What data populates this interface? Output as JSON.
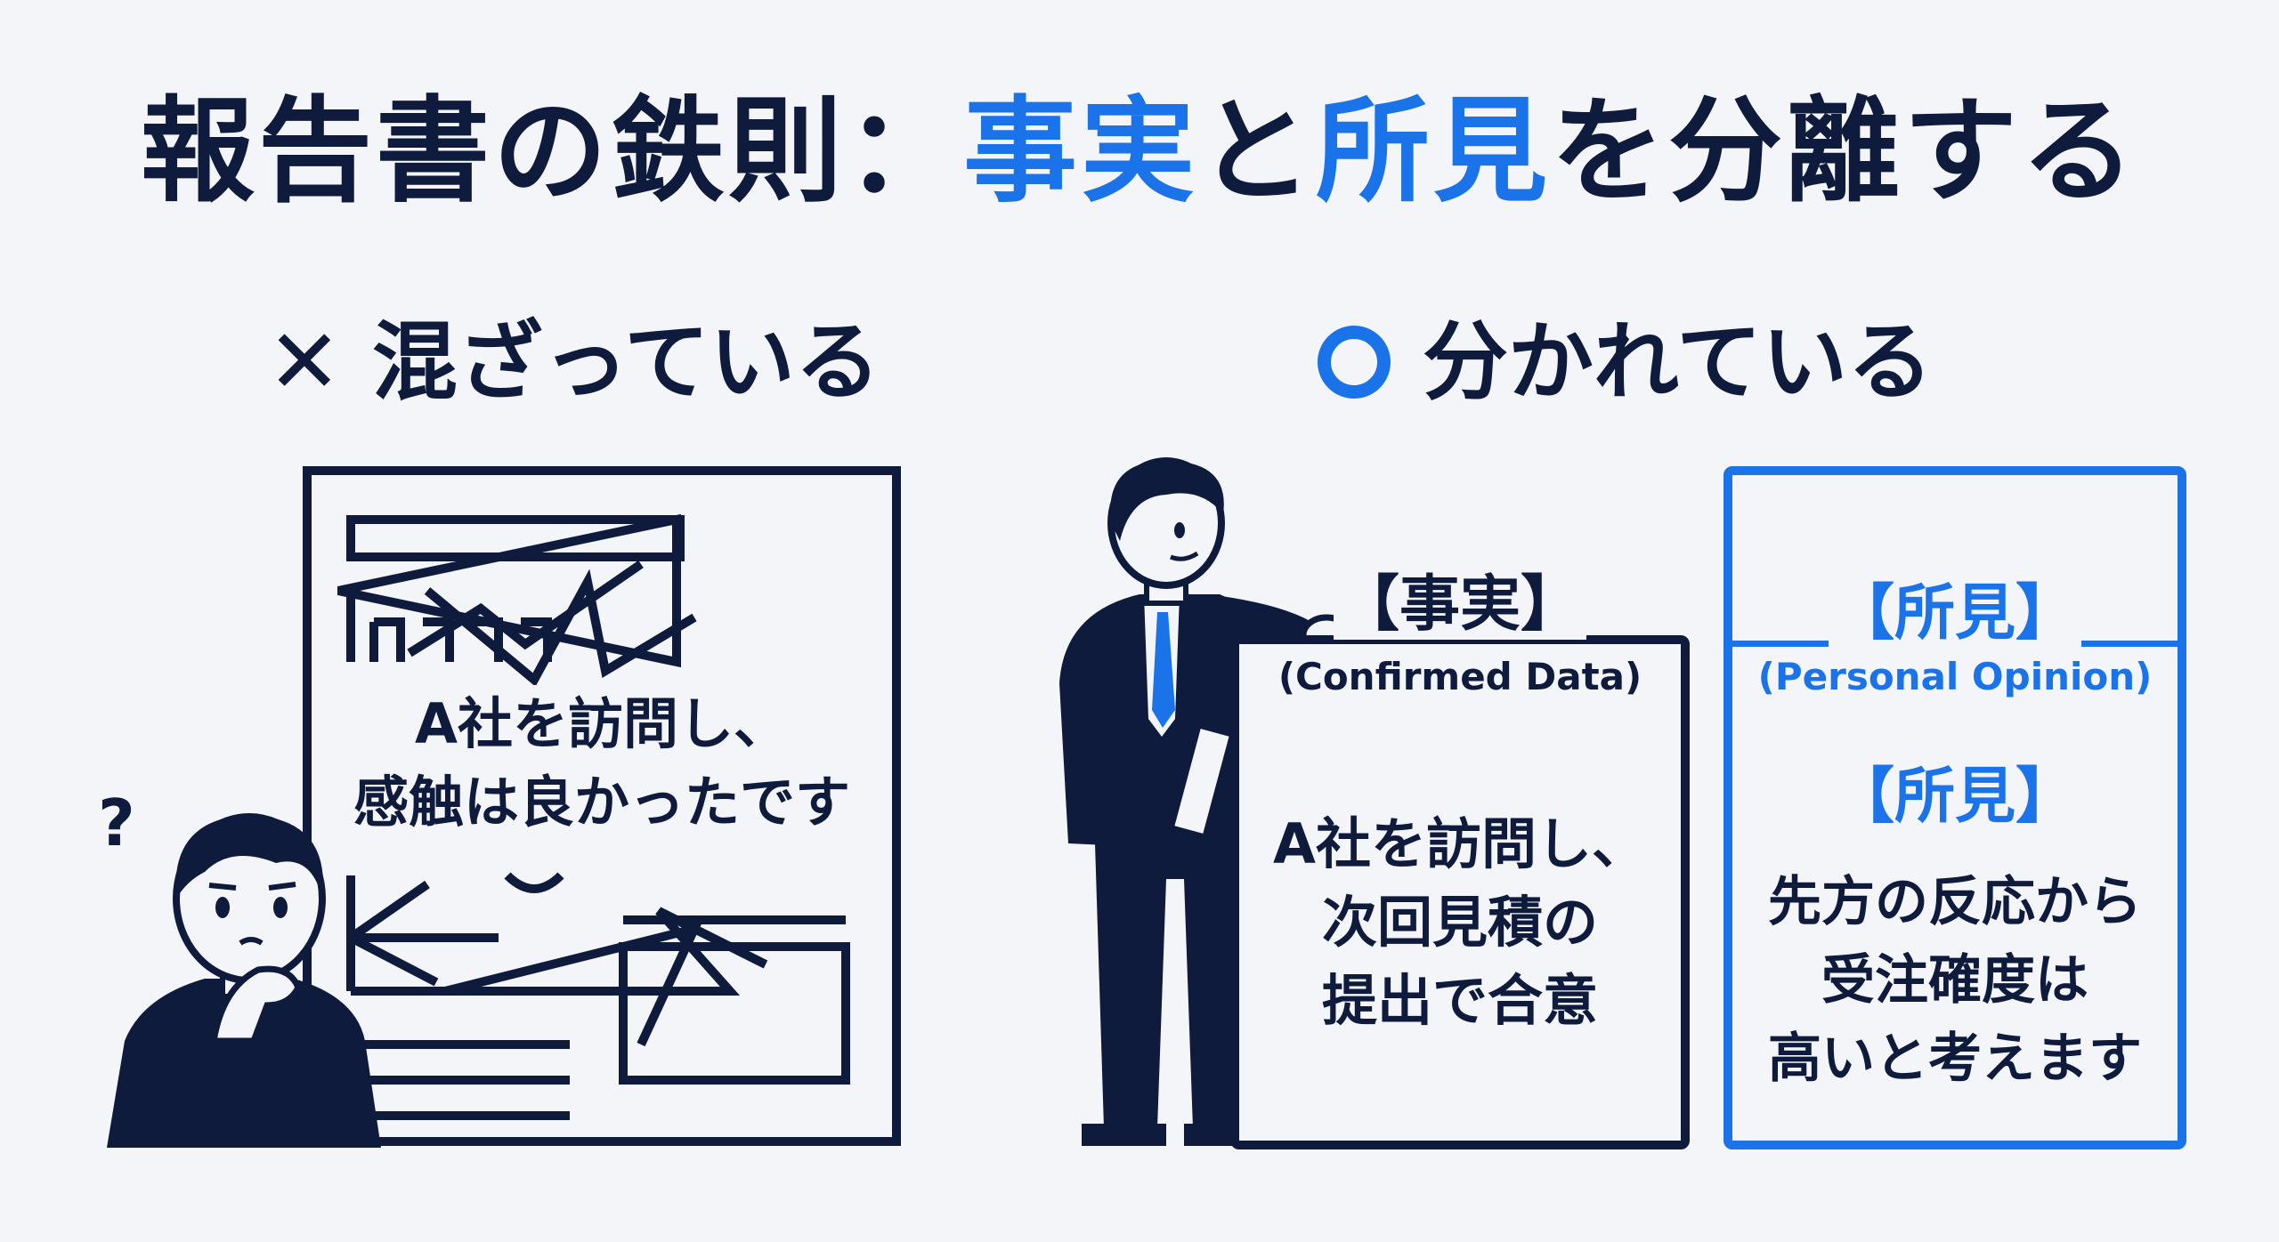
{
  "title": {
    "part1": "報告書の鉄則：",
    "fact": "事実",
    "and": "と",
    "opinion": "所見",
    "part2": "を分離する"
  },
  "bad": {
    "mark": "✕",
    "heading": "混ざっている",
    "line1": "A社を訪問し、",
    "line2": "感触は良かったです",
    "question_mark": "?"
  },
  "good": {
    "heading": "分かれている",
    "fact_title": "【事実】",
    "fact_subtitle": "(Confirmed Data)",
    "fact_lines": [
      "A社を訪問し、",
      "次回見積の",
      "提出で合意"
    ],
    "opinion_title": "【所見】",
    "opinion_subtitle": "(Personal Opinion)",
    "opinion_inner_title": "【所見】",
    "opinion_lines": [
      "先方の反応から",
      "受注確度は",
      "高いと考えます"
    ]
  },
  "colors": {
    "navy": "#0f1b3d",
    "blue": "#1a73e8",
    "background": "#f4f5f8"
  },
  "icons": {
    "confused_person": "confused-person-icon",
    "presenting_person": "businessman-icon",
    "cross": "cross-mark-icon",
    "circle": "circle-mark-icon"
  }
}
